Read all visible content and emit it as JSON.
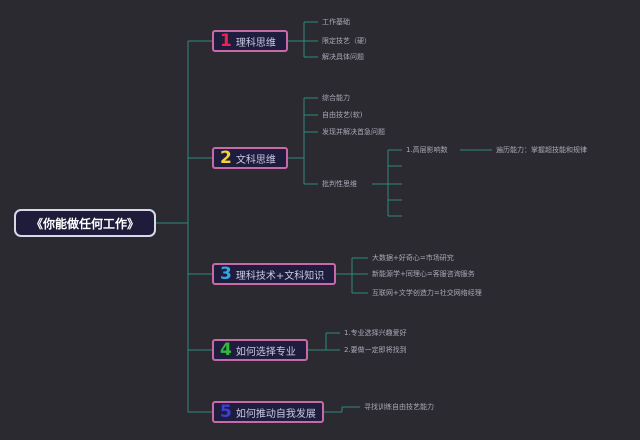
{
  "root": "《你能做任何工作》",
  "colors": {
    "background": "#2b2a30",
    "line": "#2f8a7e",
    "topic_border": "#c86aa6",
    "n1": "#e8244f",
    "n2": "#f3d03c",
    "n3": "#2fa8e8",
    "n4": "#33b83d",
    "n5": "#3b3fd8"
  },
  "topics": [
    {
      "num": "1",
      "label": "理科思维",
      "children": [
        "工作基础",
        "限定技艺（硬）",
        "解决具体问题"
      ]
    },
    {
      "num": "2",
      "label": "文科思维",
      "children": [
        "综合能力",
        "自由技艺(软)",
        "发现并解决首急问题",
        "批判性思维"
      ],
      "sub": {
        "label": "1.高层影响数",
        "detail": "遍历能力：掌握超技能和规律"
      }
    },
    {
      "num": "3",
      "label": "理科技术+文科知识",
      "children": [
        "大数据+好奇心=市场研究",
        "新能源学+同理心=客服咨询服务",
        "互联网+文学创造力=社交网络经理"
      ]
    },
    {
      "num": "4",
      "label": "如何选择专业",
      "children": [
        "1.专业选择兴趣爱好",
        "2.要做一定即将找到"
      ]
    },
    {
      "num": "5",
      "label": "如何推动自我发展",
      "children": [
        "寻找训练自由技艺能力"
      ]
    }
  ]
}
